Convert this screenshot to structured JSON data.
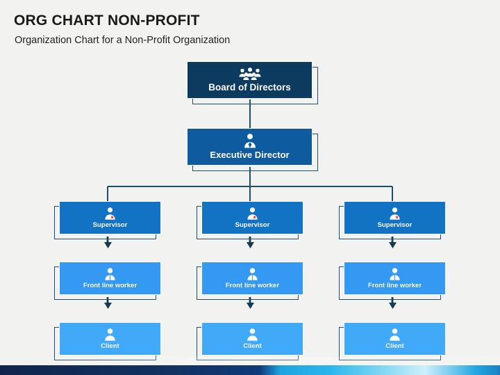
{
  "header": {
    "title": "ORG CHART NON-PROFIT",
    "subtitle": "Organization Chart for a Non-Profit Organization"
  },
  "colors": {
    "background": "#f2f2f0",
    "board": "#0d3b5f",
    "executive": "#0f5ba0",
    "supervisor": "#1272c4",
    "front_line": "#3399f3",
    "client": "#40aaf8",
    "connector": "#1f4e6b",
    "frame_outline": "#1f4e6b",
    "bar_dark": "#10254d",
    "bar_light": "#29b6ec"
  },
  "chart_data": {
    "type": "diagram",
    "title": "ORG CHART NON-PROFIT",
    "subtitle": "Organization Chart for a Non-Profit Organization",
    "levels": [
      {
        "name": "board",
        "label": "Board of Directors",
        "count": 1
      },
      {
        "name": "executive",
        "label": "Executive Director",
        "count": 1
      },
      {
        "name": "supervisor",
        "label": "Supervisor",
        "count": 3
      },
      {
        "name": "front_line",
        "label": "Front line worker",
        "count": 3
      },
      {
        "name": "client",
        "label": "Client",
        "count": 3
      }
    ]
  },
  "nodes": {
    "board": {
      "label": "Board of Directors",
      "icon": "group-of-people-icon",
      "color": "#0d3b5f"
    },
    "executive": {
      "label": "Executive Director",
      "icon": "businessman-icon",
      "color": "#0f5ba0"
    },
    "supervisors": [
      {
        "label": "Supervisor",
        "icon": "supervisor-person-icon",
        "color": "#1272c4"
      },
      {
        "label": "Supervisor",
        "icon": "supervisor-person-icon",
        "color": "#1272c4"
      },
      {
        "label": "Supervisor",
        "icon": "supervisor-person-icon",
        "color": "#1272c4"
      }
    ],
    "front_line": [
      {
        "label": "Front line worker",
        "icon": "worker-person-icon",
        "color": "#3399f3"
      },
      {
        "label": "Front line worker",
        "icon": "worker-person-icon",
        "color": "#3399f3"
      },
      {
        "label": "Front line worker",
        "icon": "worker-person-icon",
        "color": "#3399f3"
      }
    ],
    "clients": [
      {
        "label": "Client",
        "icon": "user-person-icon",
        "color": "#40aaf8"
      },
      {
        "label": "Client",
        "icon": "user-person-icon",
        "color": "#40aaf8"
      },
      {
        "label": "Client",
        "icon": "user-person-icon",
        "color": "#40aaf8"
      }
    ]
  }
}
